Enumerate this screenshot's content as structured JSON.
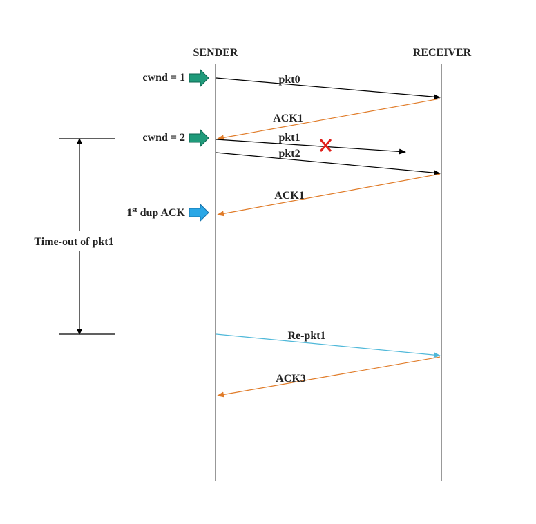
{
  "participants": {
    "sender": "SENDER",
    "receiver": "RECEIVER"
  },
  "annotations": {
    "cwnd1": "cwnd = 1",
    "cwnd2": "cwnd = 2",
    "dup_ack_num": "1",
    "dup_ack_sup": "st",
    "dup_ack_rest": " dup ACK",
    "timeout": "Time-out of pkt1"
  },
  "messages": {
    "pkt0": "pkt0",
    "ack1_first": "ACK1",
    "pkt1": "pkt1",
    "pkt2": "pkt2",
    "ack1_dup": "ACK1",
    "re_pkt1": "Re-pkt1",
    "ack3": "ACK3"
  },
  "colors": {
    "data_packet": "#000000",
    "ack": "#e07b28",
    "retransmit": "#4fb8d9",
    "cwnd_arrow": "#1f9a7a",
    "dup_ack_arrow": "#2aa7e6",
    "loss_mark": "#e0201b"
  }
}
